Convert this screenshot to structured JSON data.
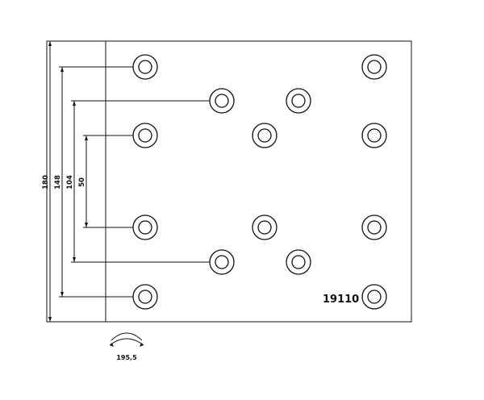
{
  "part_number": "19110",
  "arc_length_label": "195,5",
  "dimensions": [
    {
      "label": "180"
    },
    {
      "label": "148"
    },
    {
      "label": "104"
    },
    {
      "label": "50"
    }
  ],
  "hole_rows": [
    {
      "columns": [
        "left",
        "right"
      ]
    },
    {
      "columns": [
        "inner-left",
        "inner-right"
      ]
    },
    {
      "columns": [
        "left",
        "middle",
        "right"
      ]
    },
    {
      "columns": [
        "left",
        "middle",
        "right"
      ]
    },
    {
      "columns": [
        "inner-left",
        "inner-right"
      ]
    },
    {
      "columns": [
        "left",
        "right"
      ]
    }
  ]
}
